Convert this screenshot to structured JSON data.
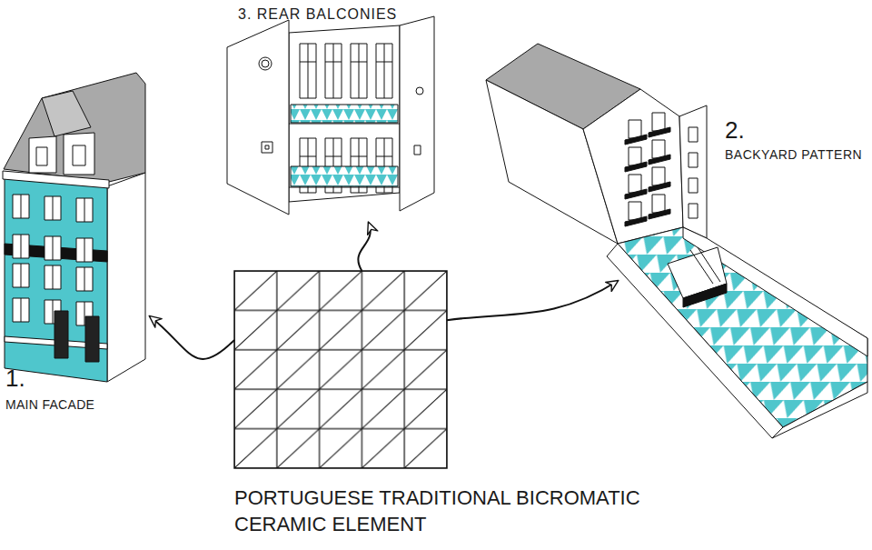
{
  "diagram": {
    "nodes": [
      {
        "text": [
          "3. REAR BALCONIES"
        ]
      },
      {
        "text": [
          "2.",
          "BACKYARD PATTERN"
        ]
      },
      {
        "text": [
          "1.",
          "MAIN FACADE"
        ]
      },
      {
        "text": [
          "PORTUGUESE TRADITIONAL BICROMATIC CERAMIC ELEMENT"
        ]
      }
    ],
    "edges": [
      {
        "from": 3,
        "to": 2,
        "arrow": "to"
      },
      {
        "from": 3,
        "to": 0,
        "arrow": "to"
      },
      {
        "from": 3,
        "to": 1,
        "arrow": "to"
      }
    ]
  }
}
